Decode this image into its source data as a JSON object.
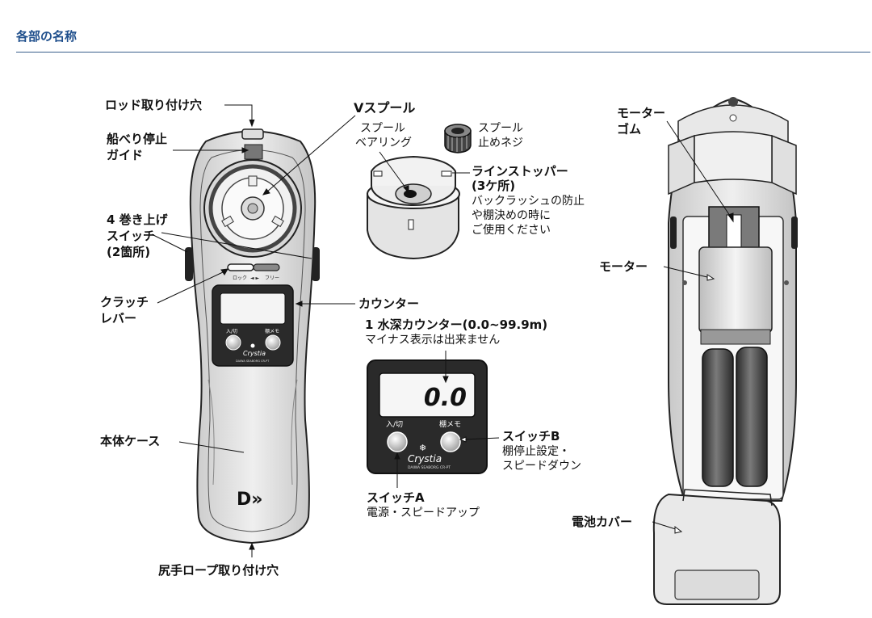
{
  "header": {
    "title": "各部の名称"
  },
  "labels": {
    "rod_hole": "ロッド取り付け穴",
    "guide_l1": "船べり停止",
    "guide_l2": "ガイド",
    "wind_switch_l1": "4 巻き上げ",
    "wind_switch_l2": "スイッチ",
    "wind_switch_l3": "(2箇所)",
    "clutch_l1": "クラッチ",
    "clutch_l2": "レバー",
    "body_case": "本体ケース",
    "tail_rope": "尻手ロープ取り付け穴",
    "v_spool": "Vスプール",
    "spool_bearing_l1": "スプール",
    "spool_bearing_l2": "ベアリング",
    "spool_screw_l1": "スプール",
    "spool_screw_l2": "止めネジ",
    "line_stopper_l1": "ラインストッパー",
    "line_stopper_l2": "(3ケ所)",
    "line_stopper_d1": "バックラッシュの防止",
    "line_stopper_d2": "や棚決めの時に",
    "line_stopper_d3": "ご使用ください",
    "counter": "カウンター",
    "depth_counter": "1 水深カウンター(0.0~99.9m)",
    "depth_counter_note": "マイナス表示は出来ません",
    "switch_b": "スイッチB",
    "switch_b_d1": "棚停止設定・",
    "switch_b_d2": "スピードダウン",
    "switch_a": "スイッチA",
    "switch_a_d": "電源・スピードアップ",
    "motor_rubber_l1": "モーター",
    "motor_rubber_l2": "ゴム",
    "motor": "モーター",
    "battery_cover": "電池カバー"
  },
  "device": {
    "lever_lock": "ロック",
    "lever_free": "フリー",
    "btn_power": "入/切",
    "btn_memo": "棚メモ",
    "brand": "Crystia",
    "model_small": "DAIWA SEABORG CR-PT",
    "logo": "D»"
  },
  "counter_display": {
    "value": "0.0"
  }
}
